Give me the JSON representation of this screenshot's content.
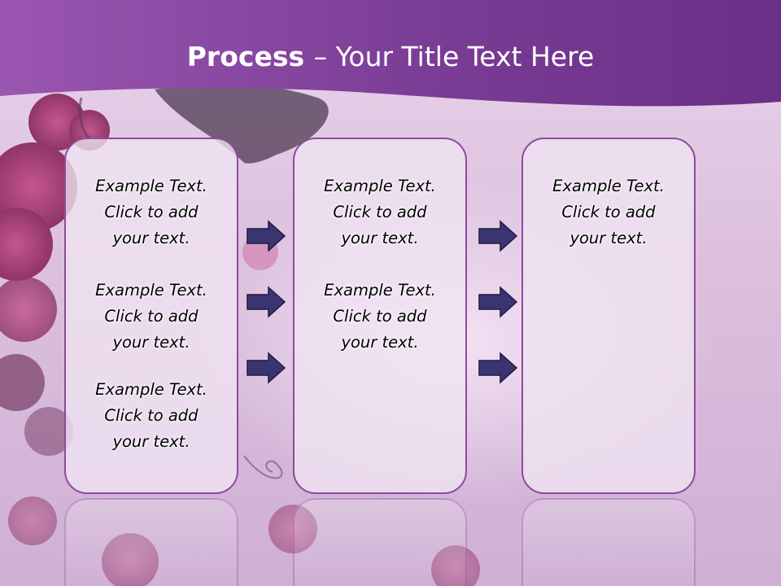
{
  "title": {
    "bold": "Process ",
    "rest": " – Your Title Text Here"
  },
  "columns": [
    {
      "items": [
        {
          "l1": "Example Text.",
          "l2": "Click  to add",
          "l3": "your text."
        },
        {
          "l1": "Example Text.",
          "l2": "Click  to add",
          "l3": "your text."
        },
        {
          "l1": "Example Text.",
          "l2": "Click  to add",
          "l3": "your text."
        }
      ]
    },
    {
      "items": [
        {
          "l1": "Example Text.",
          "l2": "Click  to add",
          "l3": "your text."
        },
        {
          "l1": "Example Text.",
          "l2": "Click  to add",
          "l3": "your text."
        }
      ]
    },
    {
      "items": [
        {
          "l1": "Example Text.",
          "l2": "Click  to add",
          "l3": "your text."
        }
      ]
    }
  ],
  "colors": {
    "header": "#7a3d96",
    "box_border": "#8e4a9e",
    "arrow": "#3a3570",
    "title_text": "#ffffff"
  },
  "icons": {
    "arrow": "right-arrow-icon"
  }
}
